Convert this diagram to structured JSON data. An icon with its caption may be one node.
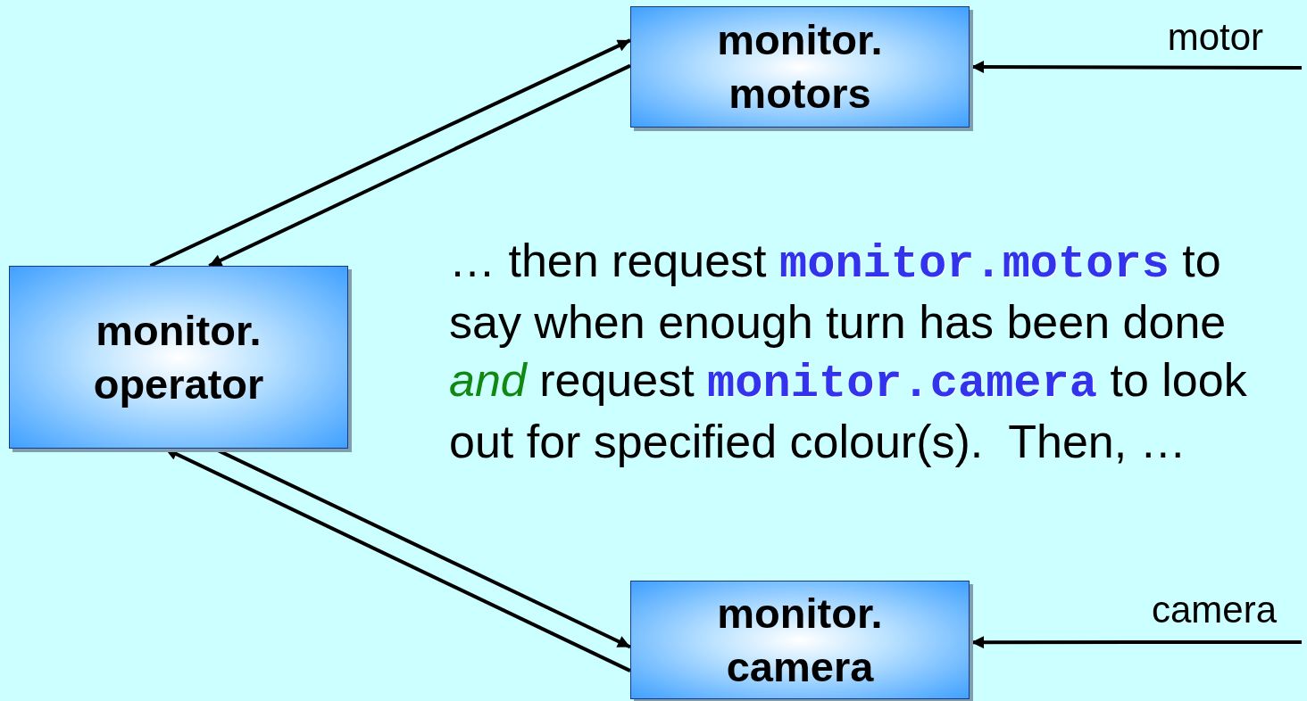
{
  "diagram": {
    "nodes": [
      {
        "text": [
          "monitor. motors"
        ]
      },
      {
        "text": [
          "monitor. operator"
        ]
      },
      {
        "text": [
          "monitor. camera"
        ]
      }
    ],
    "edges": [
      {
        "from": 1,
        "to": 0,
        "arrow": "to"
      },
      {
        "from": 0,
        "to": 1,
        "arrow": "to"
      },
      {
        "from": 1,
        "to": 2,
        "arrow": "to"
      },
      {
        "from": 2,
        "to": 1,
        "arrow": "to"
      },
      {
        "from": null,
        "to": 0,
        "arrow": "to",
        "label": "motor"
      },
      {
        "from": null,
        "to": 2,
        "arrow": "to",
        "label": "camera"
      }
    ],
    "labels": [
      "… then request **monitor.motors** to say when enough turn has been done *and* request **monitor.camera** to look out for specified colour(s).  Then, …"
    ]
  }
}
